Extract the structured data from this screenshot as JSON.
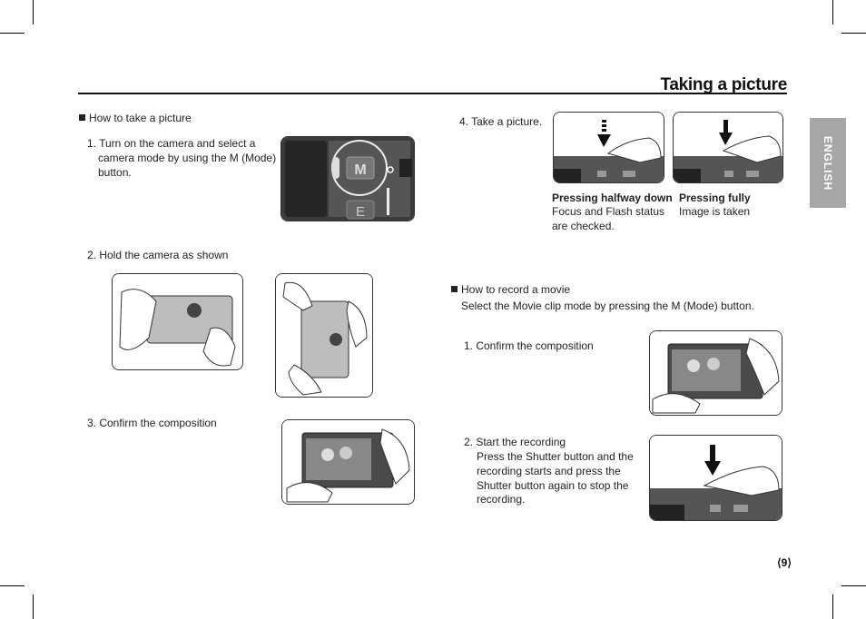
{
  "page": {
    "title": "Taking a picture",
    "side_tab": "ENGLISH",
    "page_number": "⟨9⟩"
  },
  "left": {
    "section_heading": "How to take a picture",
    "step1": [
      "1. Turn on the camera and select a",
      "camera mode by using the M (Mode)",
      "button."
    ],
    "step2": "2. Hold the camera as shown",
    "step3": "3. Confirm the composition",
    "mode_labels": {
      "m": "M",
      "e": "E"
    }
  },
  "right": {
    "step4": "4. Take a picture.",
    "halfway": {
      "heading": "Pressing halfway down",
      "lines": [
        "Focus and Flash status",
        "are checked."
      ]
    },
    "fully": {
      "heading": "Pressing fully",
      "lines": [
        "Image is taken"
      ]
    },
    "movie_heading": "How to record a movie",
    "movie_intro": "Select the Movie clip mode by pressing the M (Mode) button.",
    "movie_step1": "1. Confirm the composition",
    "movie_step2": [
      "2. Start the recording",
      "Press the Shutter button and the",
      "recording starts and press the",
      "Shutter button again to stop the",
      "recording."
    ]
  }
}
